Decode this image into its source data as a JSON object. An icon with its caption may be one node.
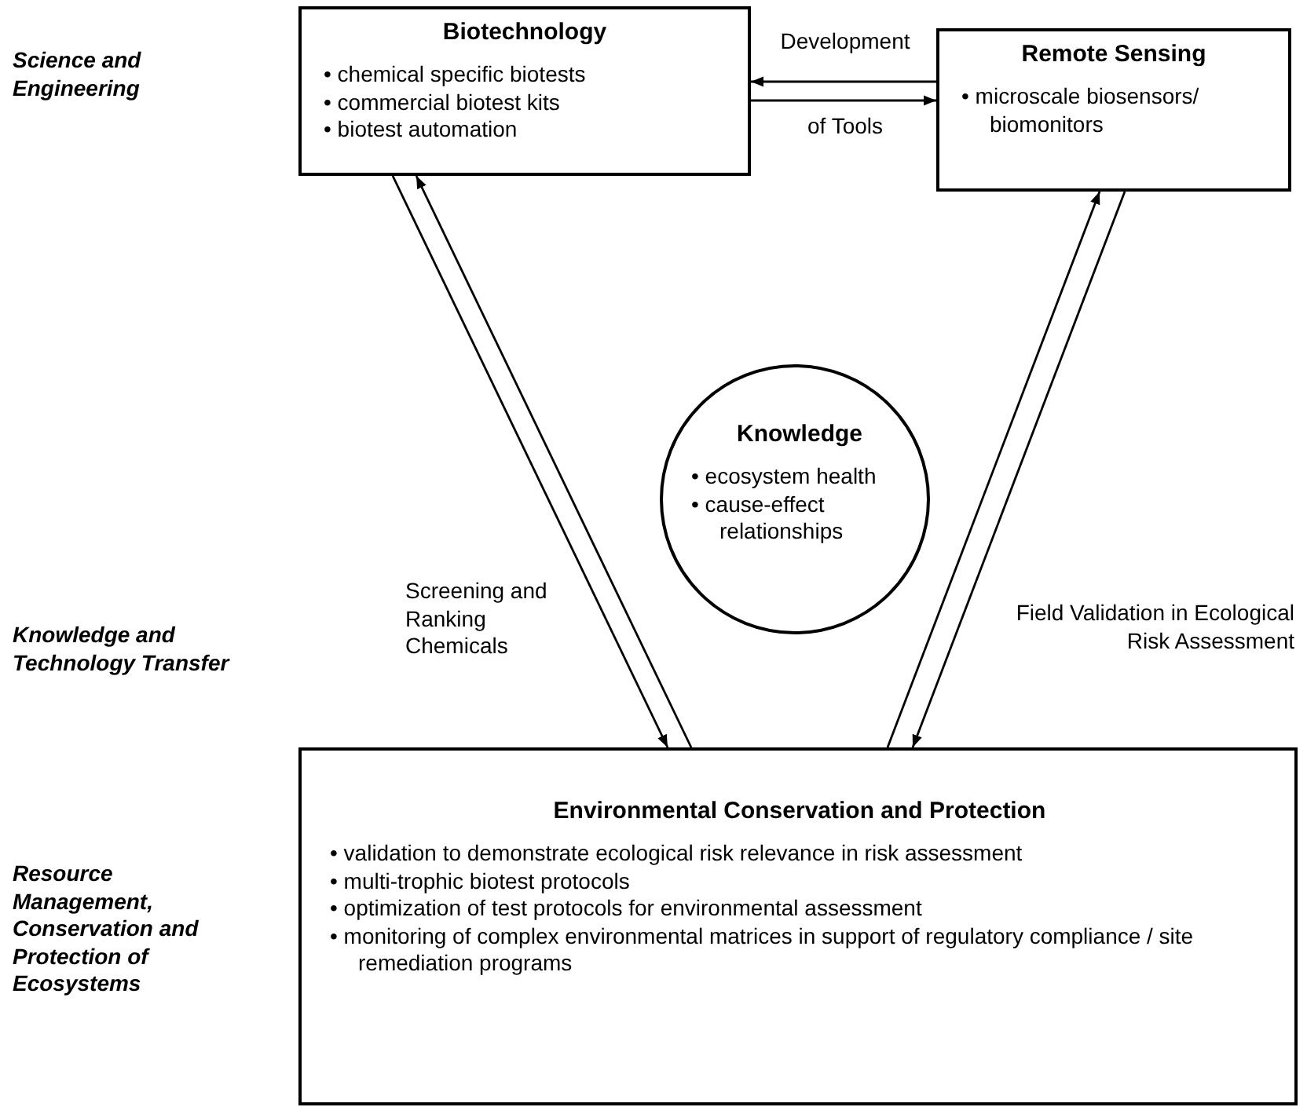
{
  "diagram": {
    "nodes": [
      {
        "text": [
          "Biotechnology",
          "• chemical specific biotests",
          "• commercial biotest kits",
          "• biotest automation"
        ]
      },
      {
        "text": [
          "Remote Sensing",
          "• microscale biosensors/ biomonitors"
        ]
      },
      {
        "text": [
          "Knowledge",
          "• ecosystem health",
          "• cause-effect relationships"
        ]
      },
      {
        "text": [
          "Environmental Conservation and Protection",
          "• validation to demonstrate ecological risk relevance in risk assessment",
          "• multi-trophic biotest protocols",
          "• optimization of test protocols for environmental assessment",
          "• monitoring of complex environmental matrices in support of regulatory compliance / site remediation programs"
        ]
      }
    ],
    "edges": [
      {
        "from": 1,
        "to": 0,
        "arrow": "to"
      },
      {
        "from": 0,
        "to": 1,
        "arrow": "to"
      },
      {
        "from": 0,
        "to": 3,
        "arrow": "to",
        "label": "Screening and Ranking Chemicals"
      },
      {
        "from": 3,
        "to": 0,
        "arrow": "to"
      },
      {
        "from": 3,
        "to": 1,
        "arrow": "to"
      },
      {
        "from": 1,
        "to": 3,
        "arrow": "to",
        "label": "Field Validation in Ecological Risk Assessment"
      }
    ],
    "labels": [
      "Science and Engineering",
      "Development",
      "of Tools",
      "Knowledge and Technology Transfer",
      "Resource Management, Conservation and Protection of Ecosystems"
    ]
  }
}
